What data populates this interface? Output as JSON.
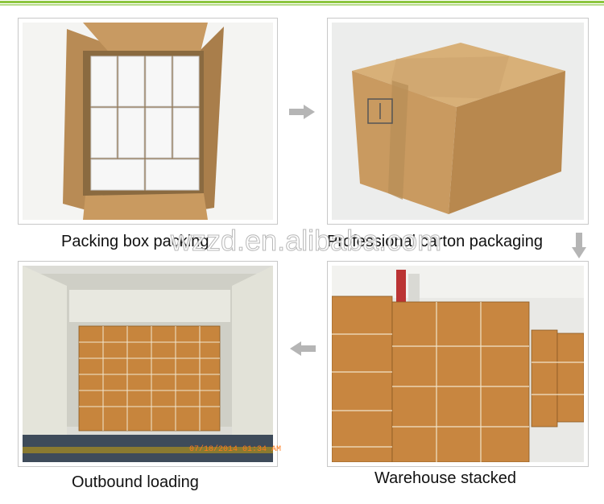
{
  "captions": {
    "packing": "Packing box packing",
    "carton": "Professional carton packaging",
    "outbound": "Outbound loading",
    "warehouse": "Warehouse stacked"
  },
  "watermark": "wzzd.en.alibaba.com",
  "photo_timestamp": "07/18/2014 01:34 AM",
  "colors": {
    "accent_green": "#8cc63f",
    "arrow_gray": "#b5b5b5",
    "cardboard": "#c99a60"
  },
  "icons": {
    "right": "arrow-right-icon",
    "down": "arrow-down-icon",
    "left": "arrow-left-icon"
  }
}
